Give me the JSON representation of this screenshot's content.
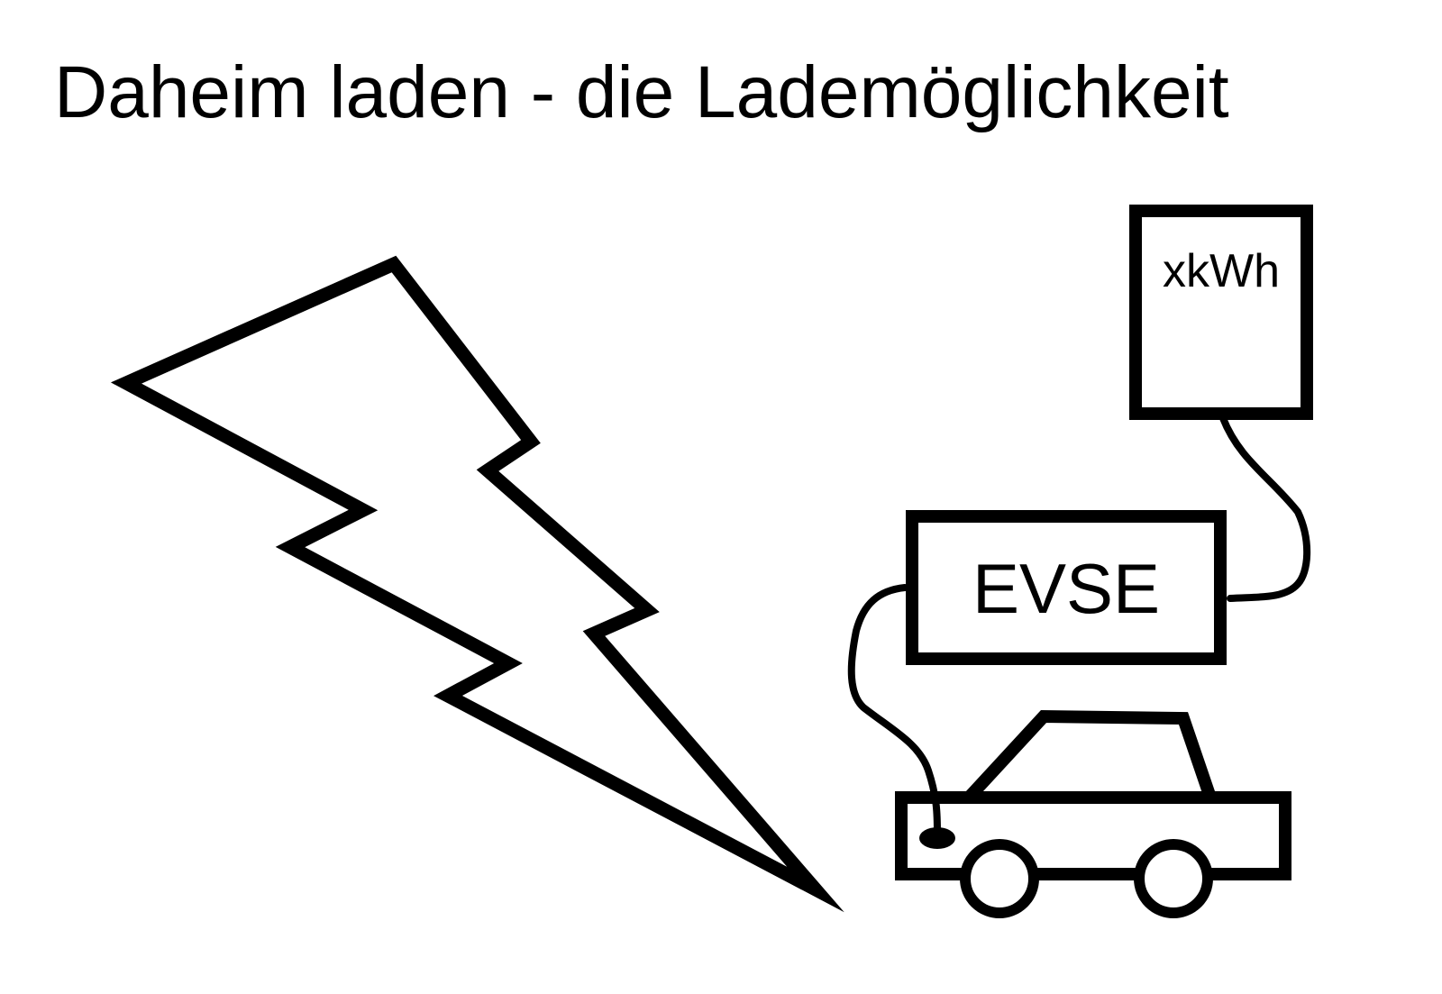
{
  "title": "Daheim laden - die Lademöglichkeit",
  "meter": {
    "label": "xkWh"
  },
  "evse": {
    "label": "EVSE"
  },
  "icons": [
    "lightning-bolt-icon",
    "car-icon"
  ],
  "colors": {
    "stroke": "#000000",
    "background": "#ffffff"
  }
}
